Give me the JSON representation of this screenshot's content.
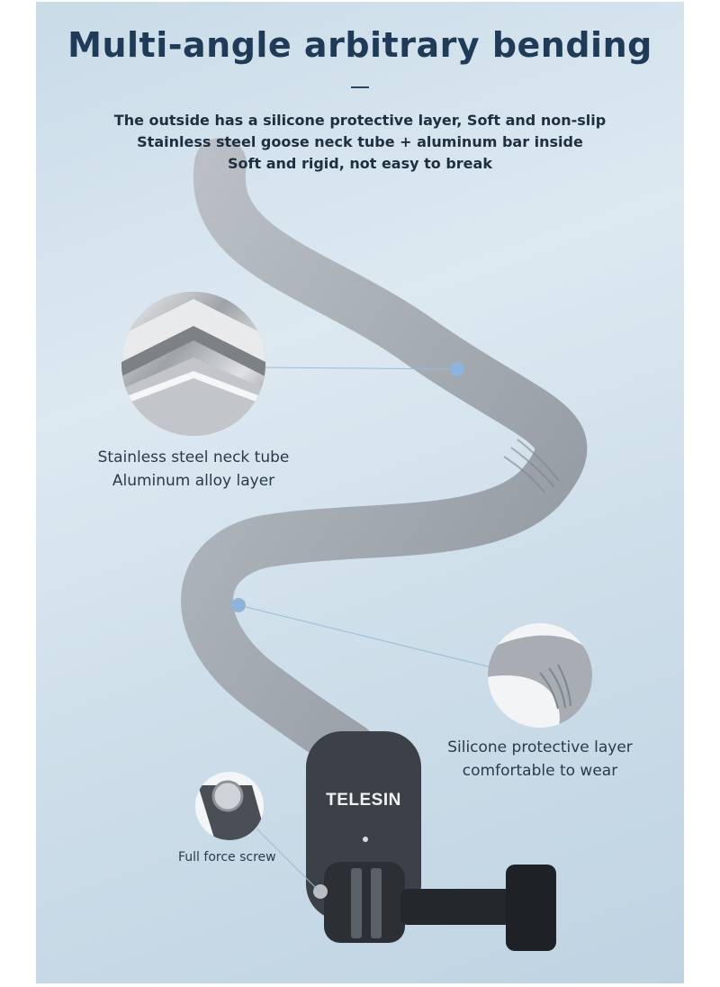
{
  "header": {
    "title": "Multi-angle arbitrary bending",
    "lines": [
      "The outside has a silicone protective layer, Soft and non-slip",
      "Stainless steel goose neck tube + aluminum bar inside",
      "Soft and rigid, not easy to break"
    ]
  },
  "callouts": {
    "steel": {
      "line1": "Stainless steel neck tube",
      "line2": "Aluminum alloy layer"
    },
    "silicone": {
      "line1": "Silicone protective layer",
      "line2": "comfortable to wear"
    },
    "screw": {
      "label": "Full force screw"
    }
  },
  "product": {
    "brand": "TELESIN"
  },
  "colors": {
    "title": "#1f3b58",
    "tube": "#9fa6ad",
    "mount": "#3c4148",
    "dot": "#8fb4db"
  }
}
